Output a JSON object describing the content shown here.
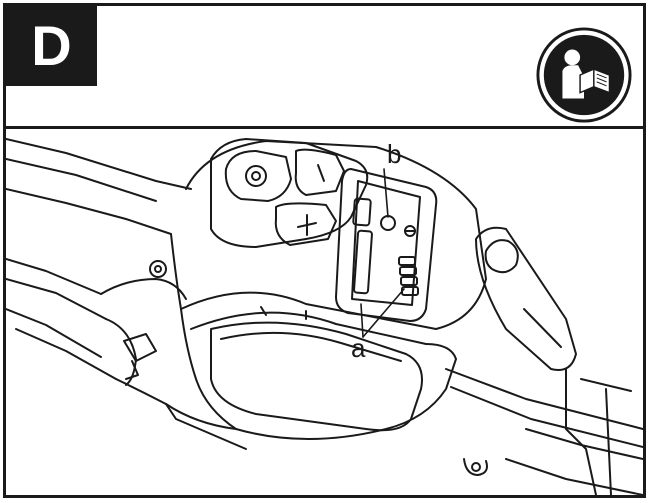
{
  "header": {
    "step_letter": "D",
    "icon": "read-manual-icon"
  },
  "drawing": {
    "callouts": {
      "a": "a",
      "b": "b"
    },
    "button_minus_symbol": "−",
    "button_plus_symbol": "+"
  },
  "colors": {
    "line": "#1a1a1a",
    "badge_bg": "#1a1a1a",
    "badge_text": "#ffffff",
    "paper": "#ffffff"
  }
}
